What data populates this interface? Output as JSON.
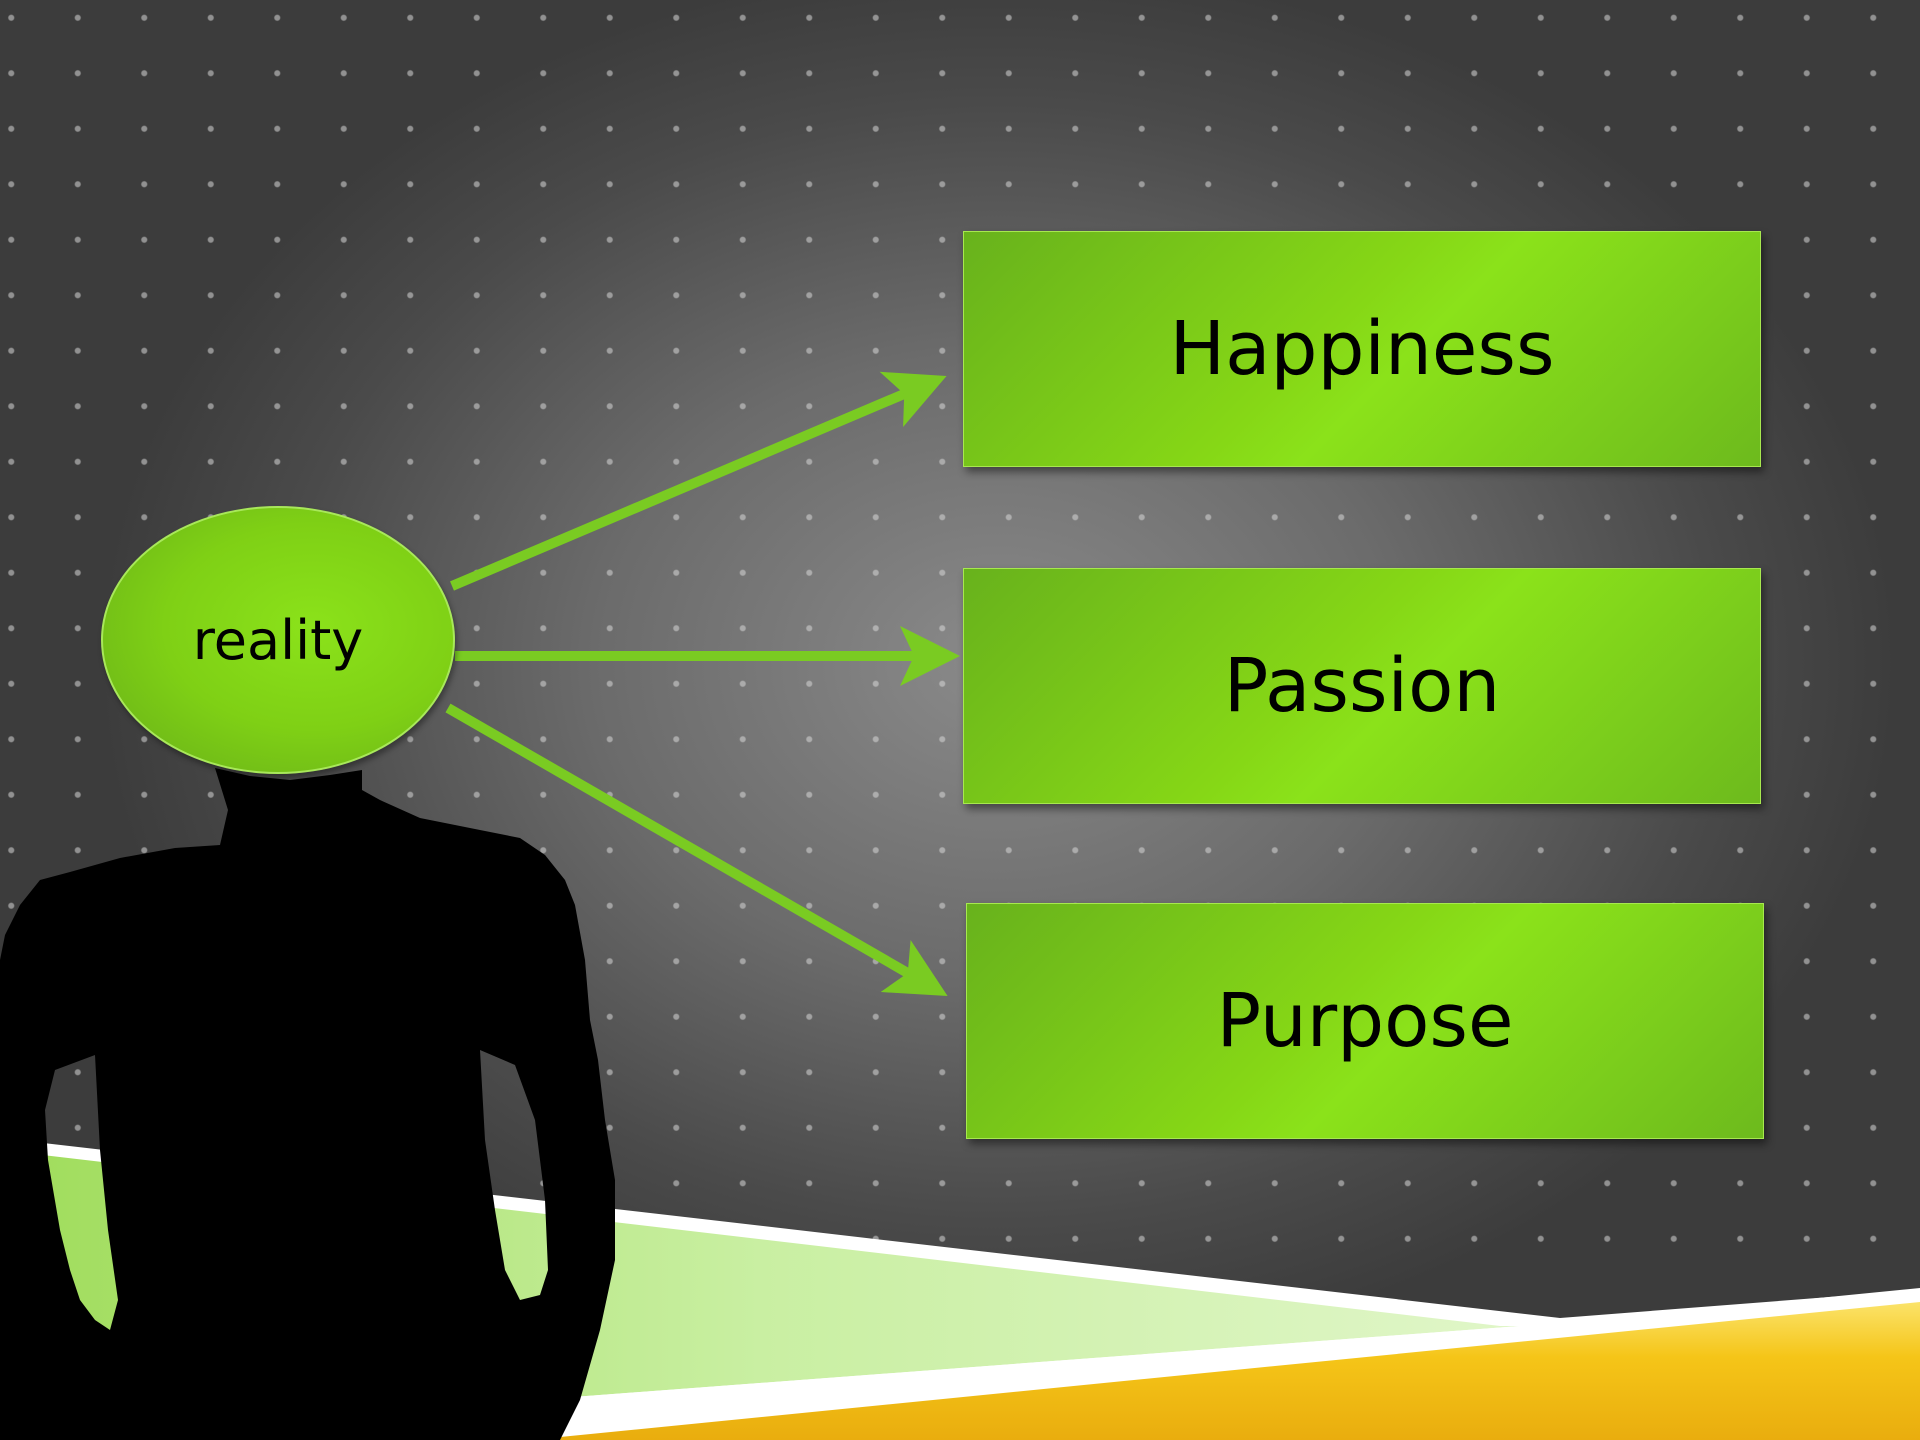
{
  "slide": {
    "center_label": "reality",
    "boxes": [
      {
        "label": "Happiness"
      },
      {
        "label": "Passion"
      },
      {
        "label": "Purpose"
      }
    ]
  },
  "colors": {
    "box_green": "#86d716",
    "arrow_green": "#7acb22",
    "accent_yellow": "#f5c518",
    "light_green_band": "#b9e58c",
    "background_gray": "#6b6b6b"
  }
}
